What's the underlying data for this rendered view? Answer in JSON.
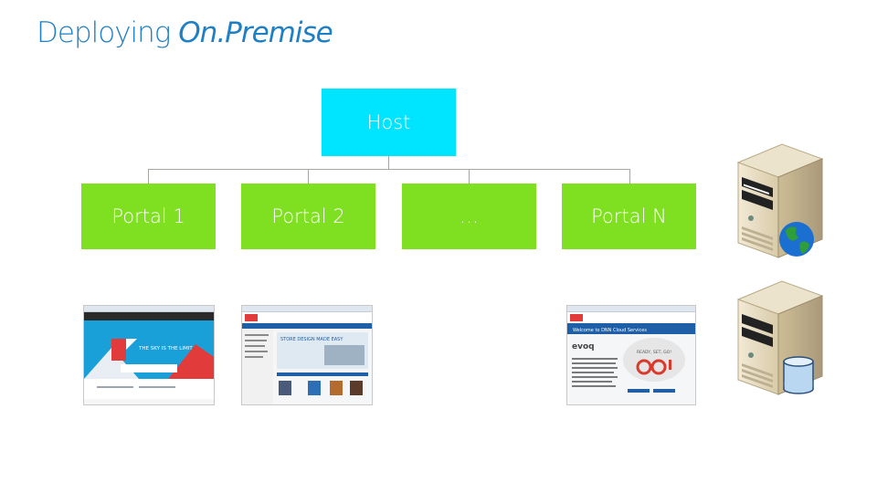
{
  "title": {
    "main": "Deploying ",
    "italic": "On.Premise"
  },
  "host": {
    "label": "Host"
  },
  "portals": [
    {
      "label": "Portal 1"
    },
    {
      "label": "Portal 2"
    },
    {
      "label": "…"
    },
    {
      "label": "Portal N"
    }
  ],
  "screenshots": [
    {
      "name": "portal-1-website",
      "banner": "THE SKY IS THE LIMIT"
    },
    {
      "name": "portal-2-website",
      "banner": "STORE DESIGN MADE EASY"
    },
    {
      "name": "portal-n-website",
      "heading": "Welcome to DNN Cloud Services",
      "logo": "evoq",
      "badge": "READY, SET, GO!"
    }
  ],
  "colors": {
    "title": "#1f7fc4",
    "host": "#00e5ff",
    "portal": "#7fe021",
    "connector": "#a7a6a0"
  },
  "icons": [
    "web-server-globe-icon",
    "database-server-icon"
  ]
}
